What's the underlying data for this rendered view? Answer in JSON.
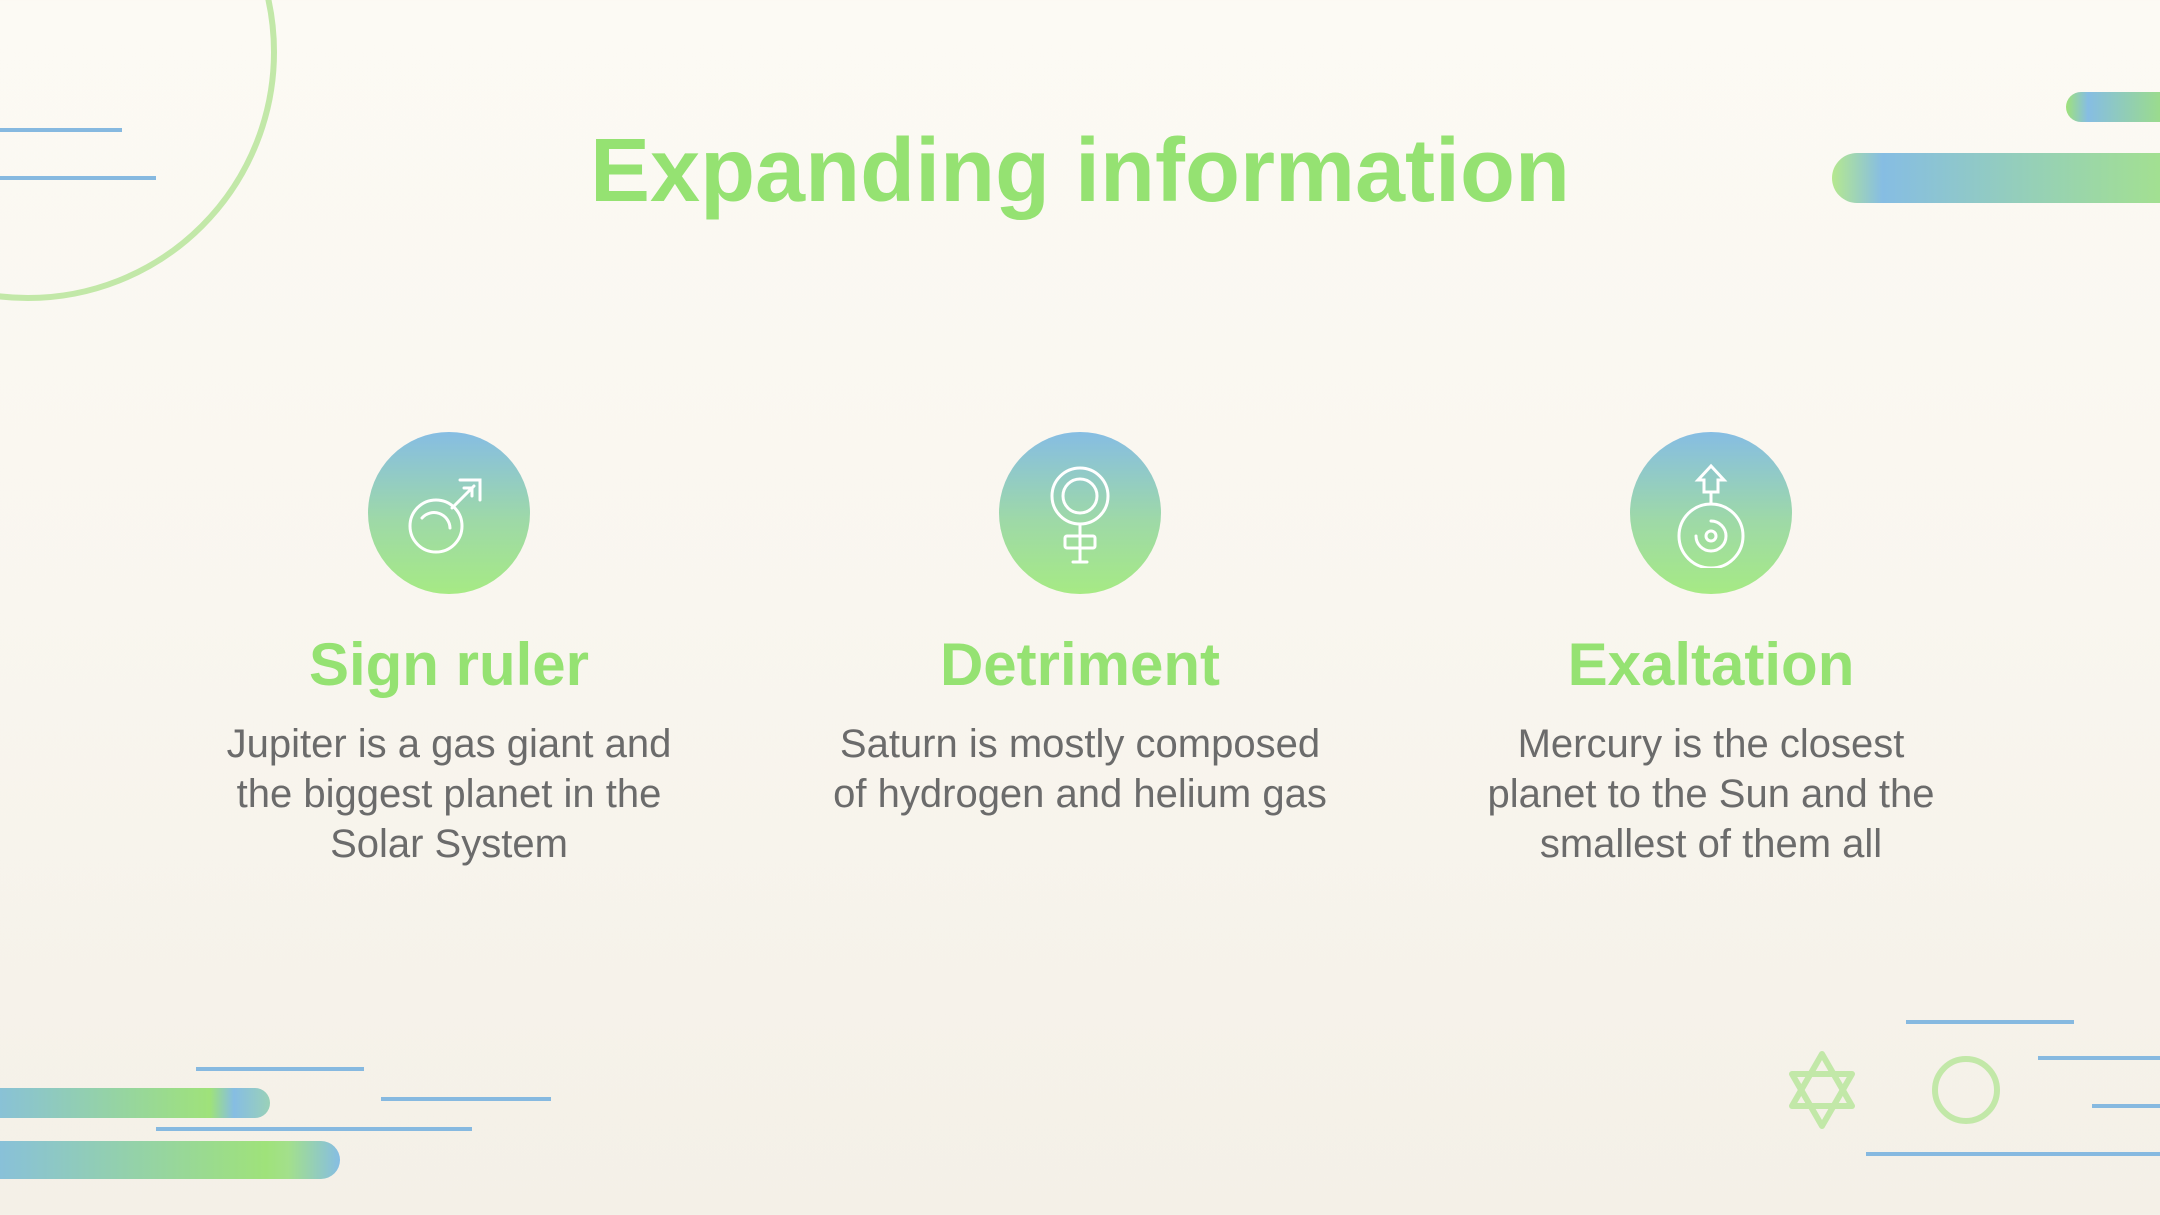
{
  "title": "Expanding information",
  "columns": [
    {
      "icon": "mars-icon",
      "heading": "Sign ruler",
      "text": "Jupiter is a gas giant and the biggest planet in the Solar System"
    },
    {
      "icon": "venus-icon",
      "heading": "Detriment",
      "text": "Saturn is mostly composed of hydrogen and helium gas"
    },
    {
      "icon": "uranus-icon",
      "heading": "Exaltation",
      "text": "Mercury is the closest planet to the Sun and the smallest of them all"
    }
  ],
  "colors": {
    "accent_green": "#95e272",
    "accent_blue": "#86bde3",
    "body_text": "#6b6b6b",
    "background": "#faf7f0"
  }
}
